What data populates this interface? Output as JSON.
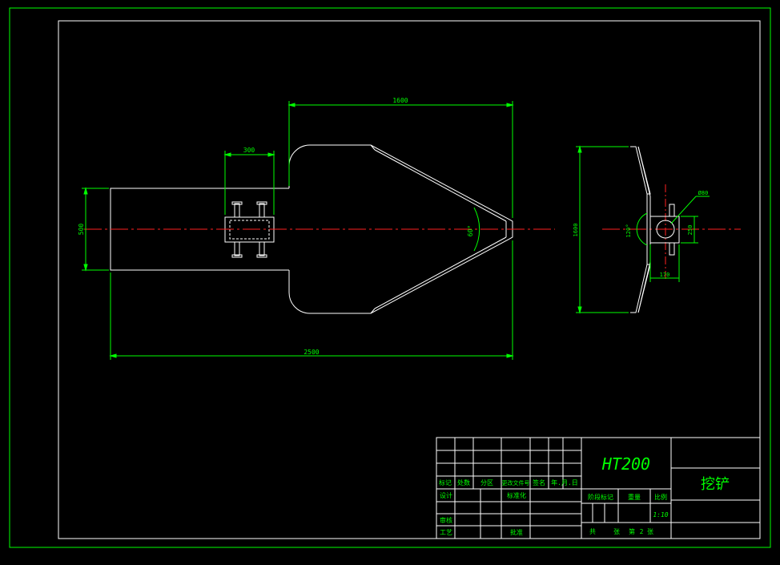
{
  "colors": {
    "background": "#000000",
    "frame": "#00ff00",
    "outline": "#ffffff",
    "dimension": "#00ff00",
    "centerline": "#ff2020",
    "hidden": "#ffffff",
    "text": "#00ff00"
  },
  "drawing": {
    "dimensions": {
      "top_width": "1600",
      "clamp_width": "300",
      "left_height": "500",
      "overall_length": "2500",
      "angle": "60°",
      "side_height": "1600",
      "side_angle": "120°",
      "hole_diameter": "Ø80",
      "side_lug_height": "250",
      "side_lug_width": "170"
    }
  },
  "title_block": {
    "material": "HT200",
    "part_name": "挖铲",
    "headers": {
      "mark": "标记",
      "count": "处数",
      "zone": "分区",
      "change_doc": "更改文件号",
      "signature": "签名",
      "date": "年.月.日"
    },
    "rows": {
      "design": "设计",
      "standardization": "标准化",
      "review": "审核",
      "process": "工艺",
      "approve": "批准"
    },
    "stage_mark": "阶段标记",
    "weight": "重量",
    "scale_label": "比例",
    "scale_value": "1:10",
    "sheets": {
      "total": "共",
      "sheet_unit1": "张",
      "page": "第",
      "page_no": "2",
      "sheet_unit2": "张"
    }
  }
}
